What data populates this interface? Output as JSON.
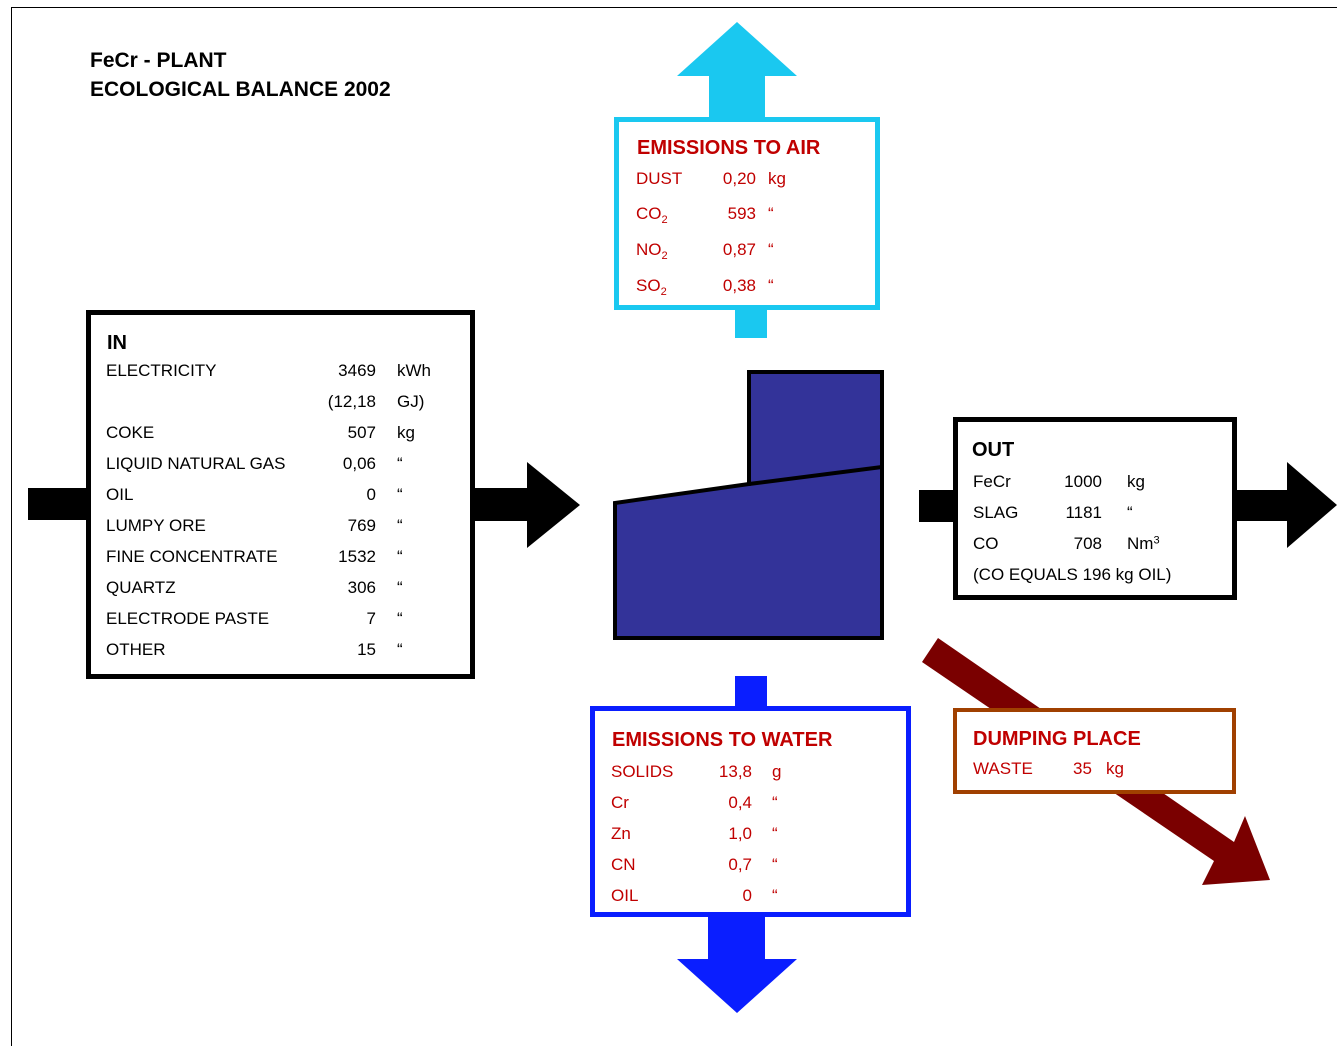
{
  "title": {
    "line1": "FeCr - PLANT",
    "line2": "ECOLOGICAL BALANCE 2002"
  },
  "colors": {
    "air": "#1ac8f0",
    "water": "#0a1eff",
    "flow": "#000000",
    "dumping": "#7a0000",
    "dumping_border": "#a04000",
    "furnace": "#333399",
    "label_red": "#c00000"
  },
  "in_box": {
    "header": "IN",
    "rows": [
      {
        "name": "ELECTRICITY",
        "value": "3469",
        "unit": "kWh"
      },
      {
        "name": "",
        "value": "(12,18",
        "unit": "GJ)"
      },
      {
        "name": "COKE",
        "value": "507",
        "unit": "kg"
      },
      {
        "name": "LIQUID NATURAL GAS",
        "value": "0,06",
        "unit": "“"
      },
      {
        "name": "OIL",
        "value": "0",
        "unit": "“"
      },
      {
        "name": "LUMPY ORE",
        "value": "769",
        "unit": "“"
      },
      {
        "name": "FINE CONCENTRATE",
        "value": "1532",
        "unit": "“"
      },
      {
        "name": "QUARTZ",
        "value": "306",
        "unit": "“"
      },
      {
        "name": "ELECTRODE PASTE",
        "value": "7",
        "unit": "“"
      },
      {
        "name": "OTHER",
        "value": "15",
        "unit": "“"
      }
    ]
  },
  "air_box": {
    "header": "EMISSIONS TO AIR",
    "rows": [
      {
        "name": "DUST",
        "sub": "",
        "value": "0,20",
        "unit": "kg"
      },
      {
        "name": "CO",
        "sub": "2",
        "value": "593",
        "unit": "“"
      },
      {
        "name": "NO",
        "sub": "2",
        "value": "0,87",
        "unit": "“"
      },
      {
        "name": "SO",
        "sub": "2",
        "value": "0,38",
        "unit": "“"
      }
    ]
  },
  "out_box": {
    "header": "OUT",
    "rows": [
      {
        "name": "FeCr",
        "value": "1000",
        "unit": "kg",
        "sup": ""
      },
      {
        "name": "SLAG",
        "value": "1181",
        "unit": "“",
        "sup": ""
      },
      {
        "name": "CO",
        "value": "708",
        "unit": "Nm",
        "sup": "3"
      }
    ],
    "note": "(CO EQUALS 196 kg OIL)"
  },
  "water_box": {
    "header": "EMISSIONS TO WATER",
    "rows": [
      {
        "name": "SOLIDS",
        "value": "13,8",
        "unit": "g"
      },
      {
        "name": "Cr",
        "value": "0,4",
        "unit": "“"
      },
      {
        "name": "Zn",
        "value": "1,0",
        "unit": "“"
      },
      {
        "name": "CN",
        "value": "0,7",
        "unit": "“"
      },
      {
        "name": "OIL",
        "value": "0",
        "unit": "“"
      }
    ]
  },
  "dump_box": {
    "header": "DUMPING PLACE",
    "rows": [
      {
        "name": "WASTE",
        "value": "35",
        "unit": "kg"
      }
    ]
  }
}
